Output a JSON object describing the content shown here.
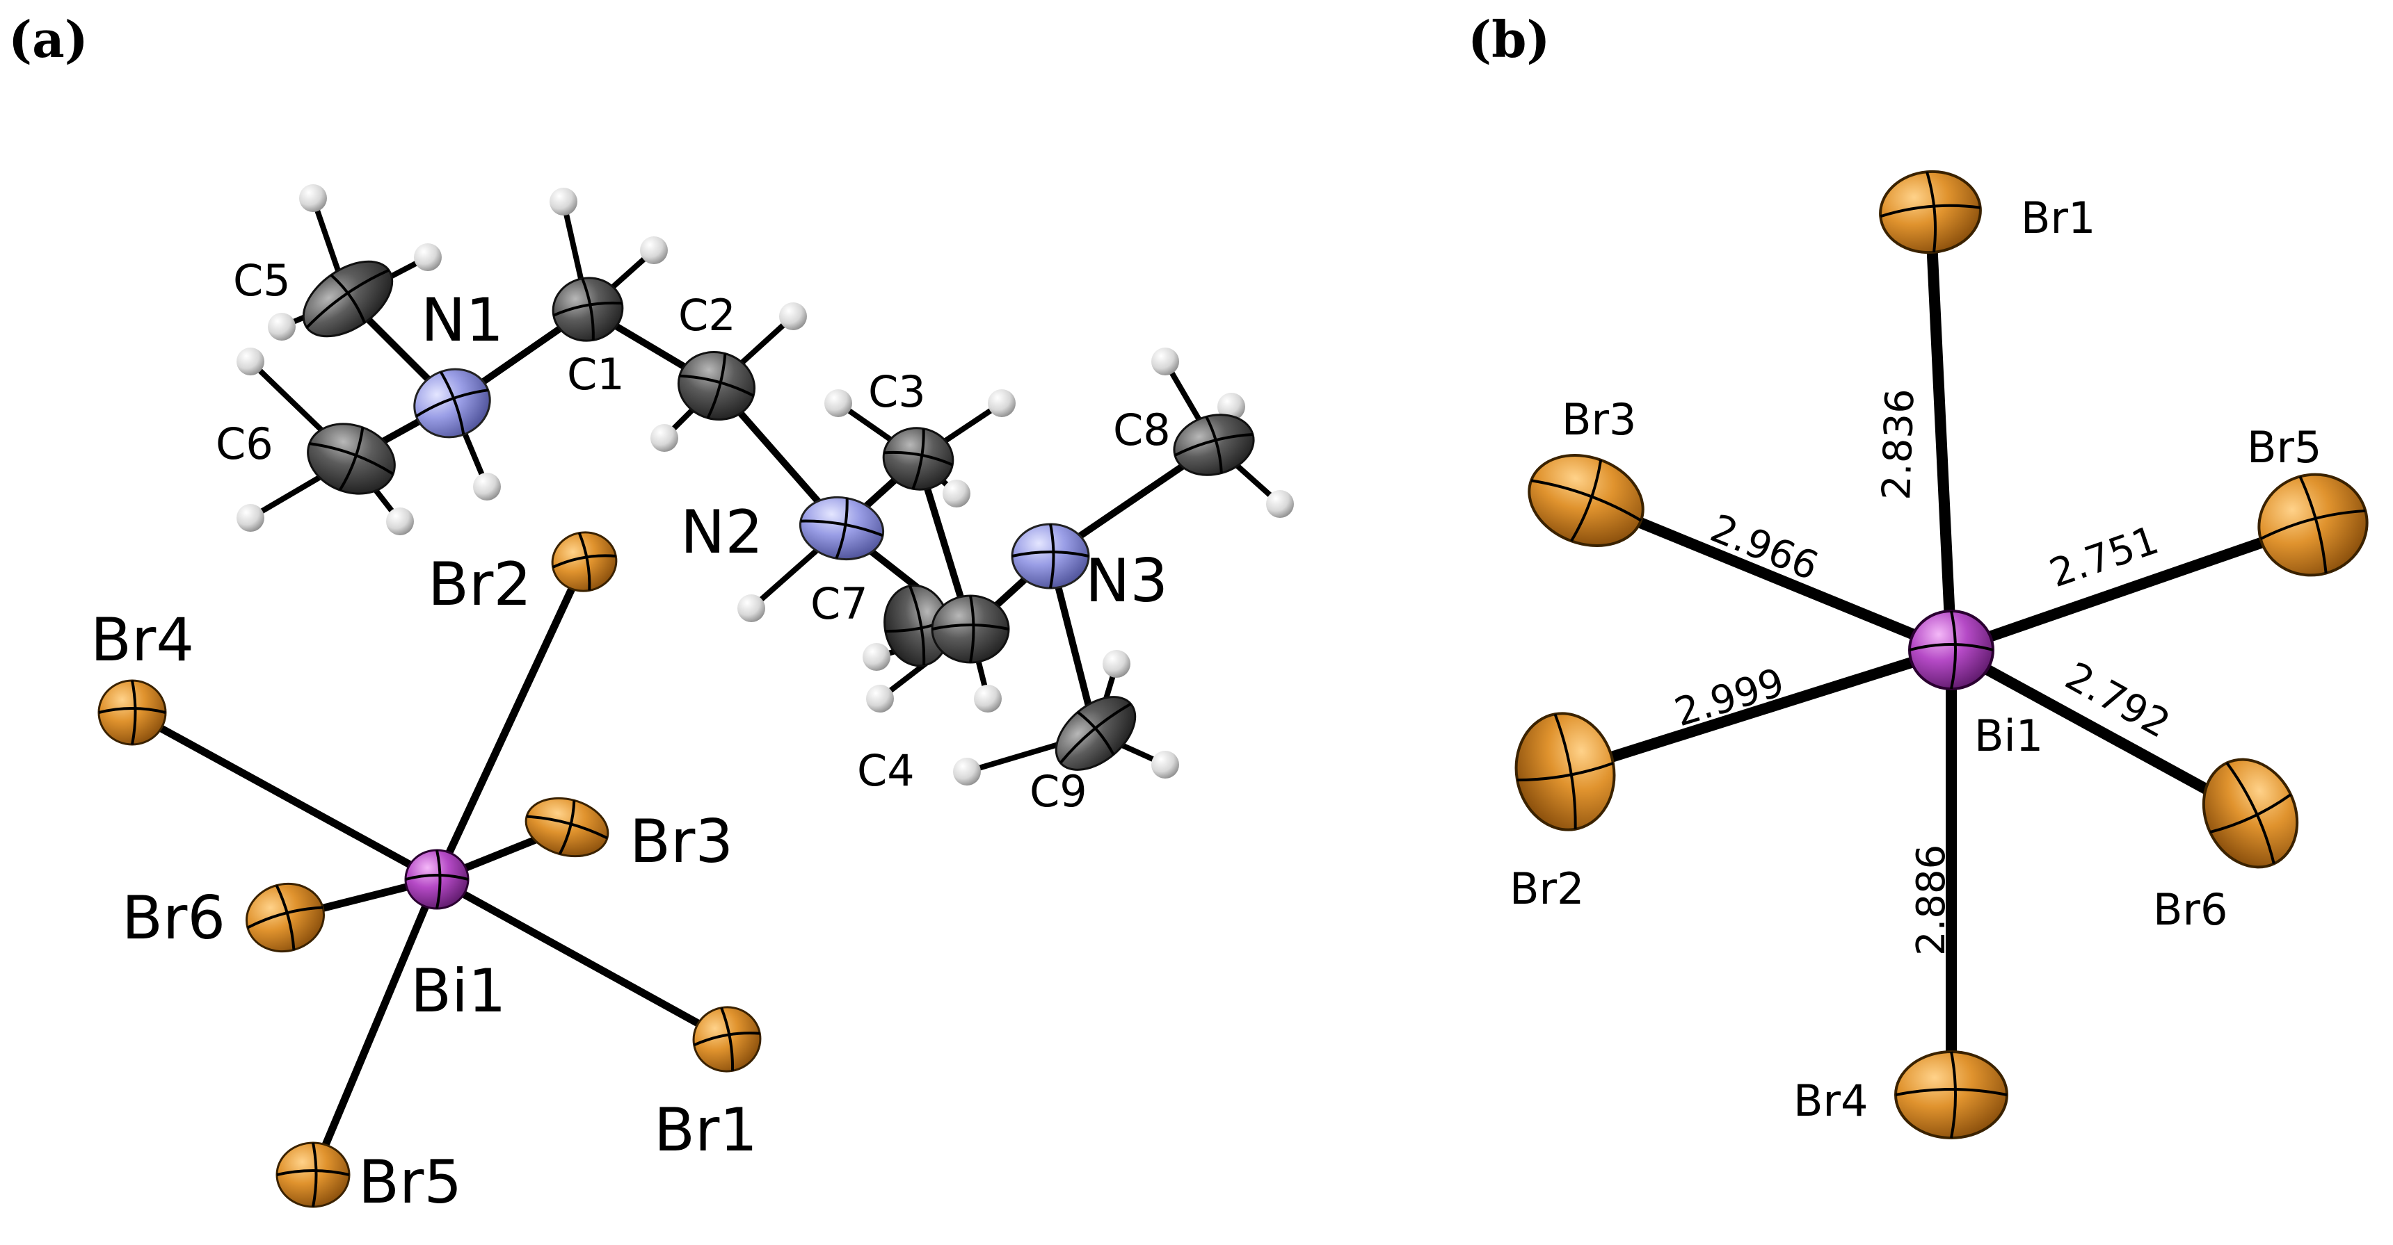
{
  "panels": {
    "a": {
      "label": "(a)",
      "atoms": {
        "C5": "C5",
        "N1": "N1",
        "C1": "C1",
        "C2": "C2",
        "C6": "C6",
        "C3": "C3",
        "C8": "C8",
        "N2": "N2",
        "N3": "N3",
        "C7": "C7",
        "C4": "C4",
        "C9": "C9",
        "Br2": "Br2",
        "Br4": "Br4",
        "Br3": "Br3",
        "Br6": "Br6",
        "Bi1": "Bi1",
        "Br1": "Br1",
        "Br5": "Br5"
      }
    },
    "b": {
      "label": "(b)",
      "atoms": {
        "Br1": "Br1",
        "Br3": "Br3",
        "Br5": "Br5",
        "Br2": "Br2",
        "Bi1": "Bi1",
        "Br6": "Br6",
        "Br4": "Br4"
      },
      "bond_lengths": {
        "Bi1-Br1": "2.836",
        "Bi1-Br3": "2.966",
        "Bi1-Br5": "2.751",
        "Bi1-Br2": "2.999",
        "Bi1-Br6": "2.792",
        "Bi1-Br4": "2.886"
      }
    }
  },
  "colors": {
    "bromine": "#d98a2a",
    "bismuth": "#b04cc0",
    "carbon": "#5e5e5e",
    "nitrogen": "#8c8fe0",
    "hydrogen": "#e6e6e6"
  }
}
